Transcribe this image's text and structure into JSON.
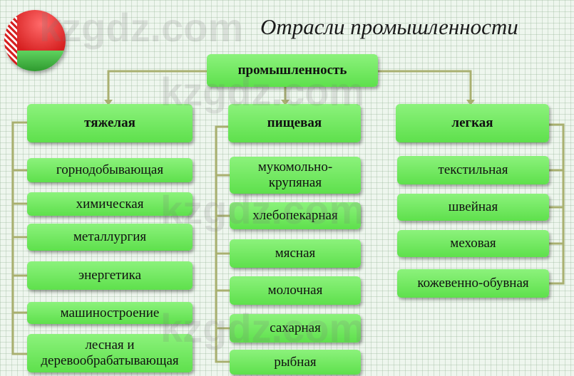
{
  "title": "Отрасли промышленности",
  "root": "промышленность",
  "columns": [
    {
      "name": "тяжелая",
      "items": [
        "горнодобывающая",
        "химическая",
        "металлургия",
        "энергетика",
        "машиностроение",
        "лесная и деревообрабатывающая"
      ]
    },
    {
      "name": "пищевая",
      "items": [
        "мукомольно-крупяная",
        "хлебопекарная",
        "мясная",
        "молочная",
        "сахарная",
        "рыбная"
      ]
    },
    {
      "name": "легкая",
      "items": [
        "текстильная",
        "швейная",
        "меховая",
        "кожевенно-обувная"
      ]
    }
  ],
  "watermark": "kzgdz.com",
  "colors": {
    "box": "#6ee85a",
    "connector": "#a9b070"
  }
}
